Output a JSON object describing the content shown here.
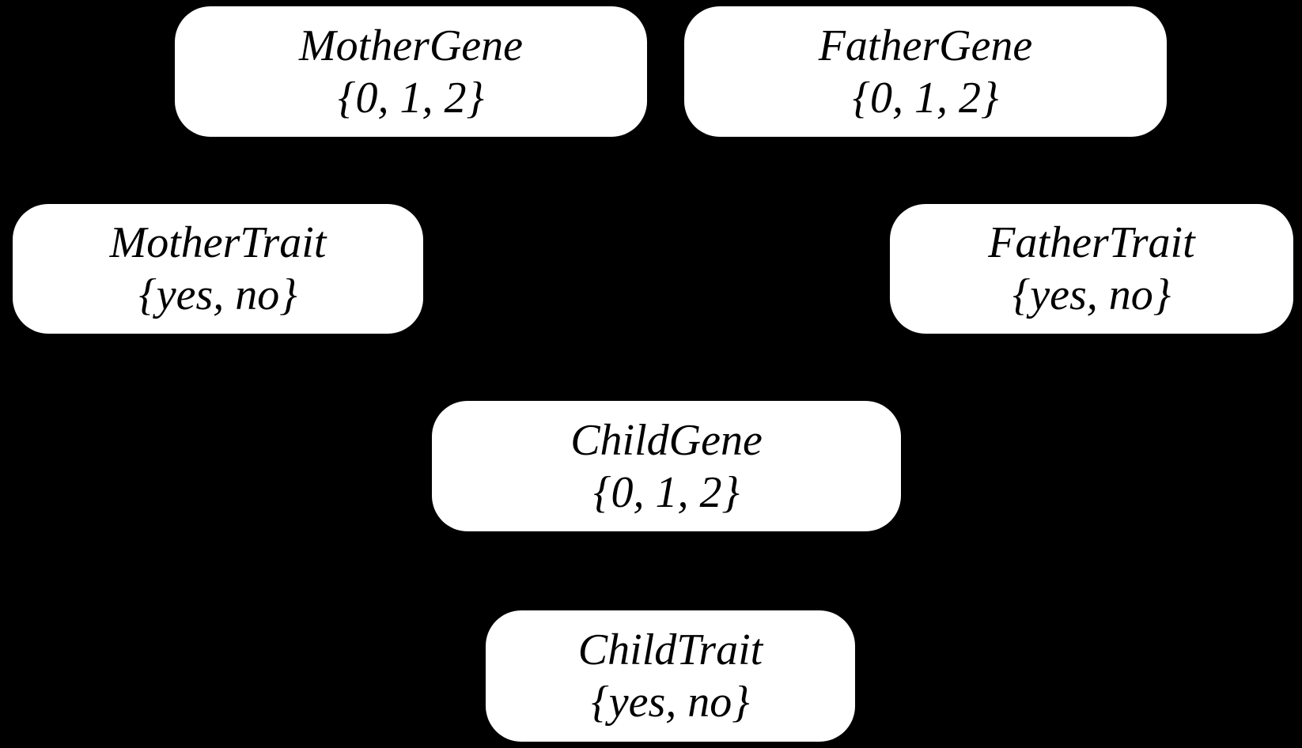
{
  "diagram": {
    "type": "bayesian-network",
    "background_color": "#000000",
    "node_fill_color": "#ffffff",
    "node_text_color": "#000000",
    "nodes": [
      {
        "name": "MotherGene",
        "domain": "{0, 1, 2}"
      },
      {
        "name": "FatherGene",
        "domain": "{0, 1, 2}"
      },
      {
        "name": "MotherTrait",
        "domain": "{yes, no}"
      },
      {
        "name": "FatherTrait",
        "domain": "{yes, no}"
      },
      {
        "name": "ChildGene",
        "domain": "{0, 1, 2}"
      },
      {
        "name": "ChildTrait",
        "domain": "{yes, no}"
      }
    ]
  }
}
